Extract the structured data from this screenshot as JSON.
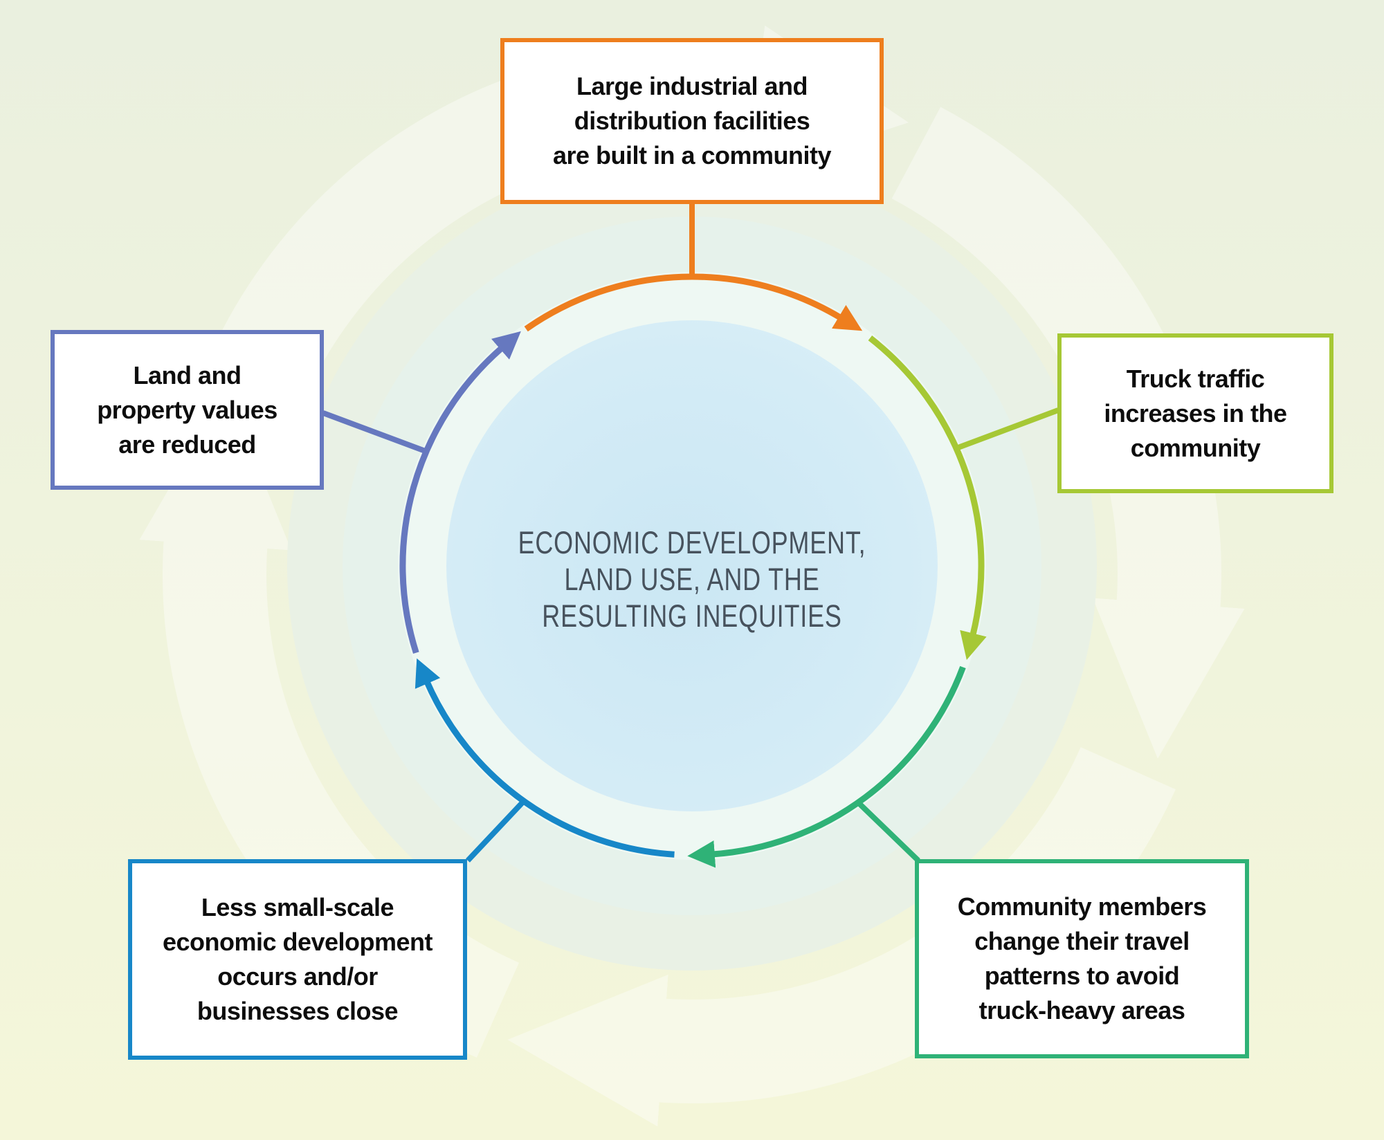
{
  "center": {
    "title": "ECONOMIC DEVELOPMENT,\nLAND USE, AND THE\nRESULTING INEQUITIES"
  },
  "boxes": {
    "top": {
      "label": "Large industrial and\ndistribution facilities\nare built in a community"
    },
    "right": {
      "label": "Truck traffic\nincreases in the\ncommunity"
    },
    "bottom_right": {
      "label": "Community members\nchange their travel\npatterns to avoid\ntruck-heavy areas"
    },
    "bottom_left": {
      "label": "Less small-scale\neconomic development\noccurs and/or\nbusinesses close"
    },
    "left": {
      "label": "Land and\nproperty values\nare reduced"
    }
  },
  "colors": {
    "facilities_orange": "#EE7E1E",
    "truck_lime": "#A6C835",
    "travel_green": "#2FB277",
    "business_blue": "#1787C8",
    "property_purple": "#6678BF",
    "title_text": "#47525D",
    "inner_circle_blue": "#D4ECF6",
    "band_white": "#EEF8F3"
  }
}
